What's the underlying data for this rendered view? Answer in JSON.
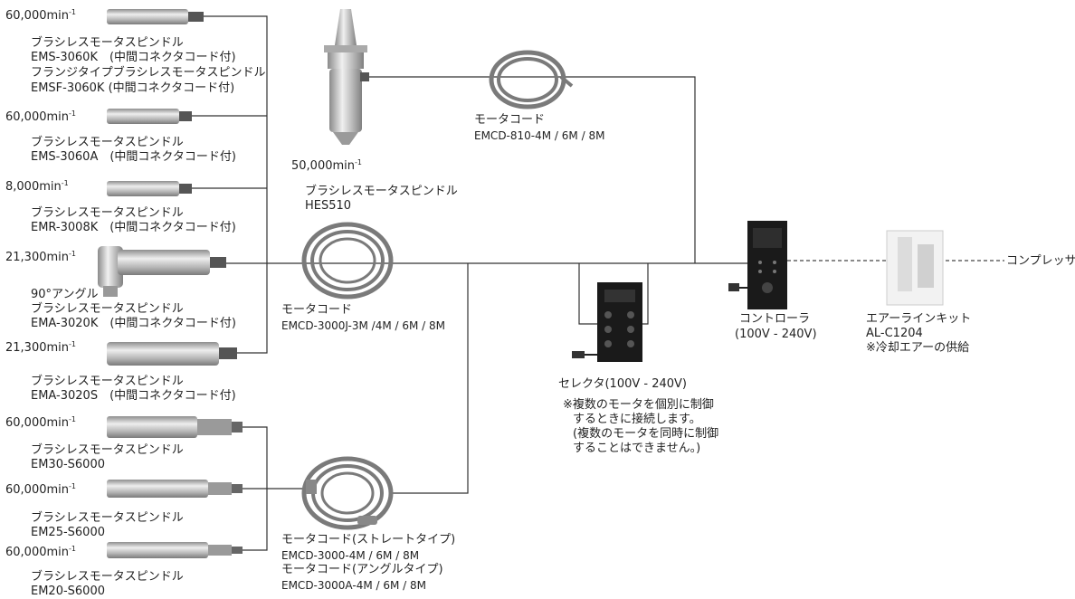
{
  "colors": {
    "line": "#333333",
    "spindle": "#b9b9b9",
    "cable": "#777777",
    "box": "#1a1a1a"
  },
  "motors": [
    {
      "speed": "60,000",
      "lines": [
        "ブラシレスモータスピンドル",
        "EMS-3060K　(中間コネクタコード付)",
        "フランジタイプブラシレスモータスピンドル",
        "EMSF-3060K (中間コネクタコード付)"
      ]
    },
    {
      "speed": "60,000",
      "lines": [
        "ブラシレスモータスピンドル",
        "EMS-3060A　(中間コネクタコード付)"
      ]
    },
    {
      "speed": "8,000",
      "lines": [
        "ブラシレスモータスピンドル",
        "EMR-3008K　(中間コネクタコード付)"
      ]
    },
    {
      "speed": "21,300",
      "lines": [
        "90°アングル",
        "ブラシレスモータスピンドル",
        "EMA-3020K　(中間コネクタコード付)"
      ]
    },
    {
      "speed": "21,300",
      "lines": [
        "ブラシレスモータスピンドル",
        "EMA-3020S　(中間コネクタコード付)"
      ]
    },
    {
      "speed": "60,000",
      "lines": [
        "ブラシレスモータスピンドル",
        "EM30-S6000"
      ]
    },
    {
      "speed": "60,000",
      "lines": [
        "ブラシレスモータスピンドル",
        "EM25-S6000"
      ]
    },
    {
      "speed": "60,000",
      "lines": [
        "ブラシレスモータスピンドル",
        "EM20-S6000"
      ]
    }
  ],
  "unit": "min",
  "unit_exp": "-1",
  "hes": {
    "speed": "50,000",
    "name": "ブラシレスモータスピンドル",
    "model": "HES510"
  },
  "cord810": {
    "name": "モータコード",
    "model": "EMCD-810-4M / 6M / 8M"
  },
  "cord3000j": {
    "name": "モータコード",
    "model": "EMCD-3000J-3M /4M / 6M / 8M"
  },
  "cord3000": {
    "l1": "モータコード(ストレートタイプ)",
    "l2": "EMCD-3000-4M / 6M / 8M",
    "l3": "モータコード(アングルタイプ)",
    "l4": "EMCD-3000A-4M / 6M / 8M"
  },
  "selector": {
    "name": "セレクタ(100V - 240V)",
    "n1": "※複数のモータを個別に制御",
    "n2": "するときに接続します。",
    "n3": "(複数のモータを同時に制御",
    "n4": "することはできません。)"
  },
  "controller": {
    "name": "コントローラ",
    "voltage": "(100V - 240V)"
  },
  "airline": {
    "name": "エアーラインキット",
    "model": "AL-C1204",
    "note": "※冷却エアーの供給"
  },
  "compressor": "コンプレッサ"
}
